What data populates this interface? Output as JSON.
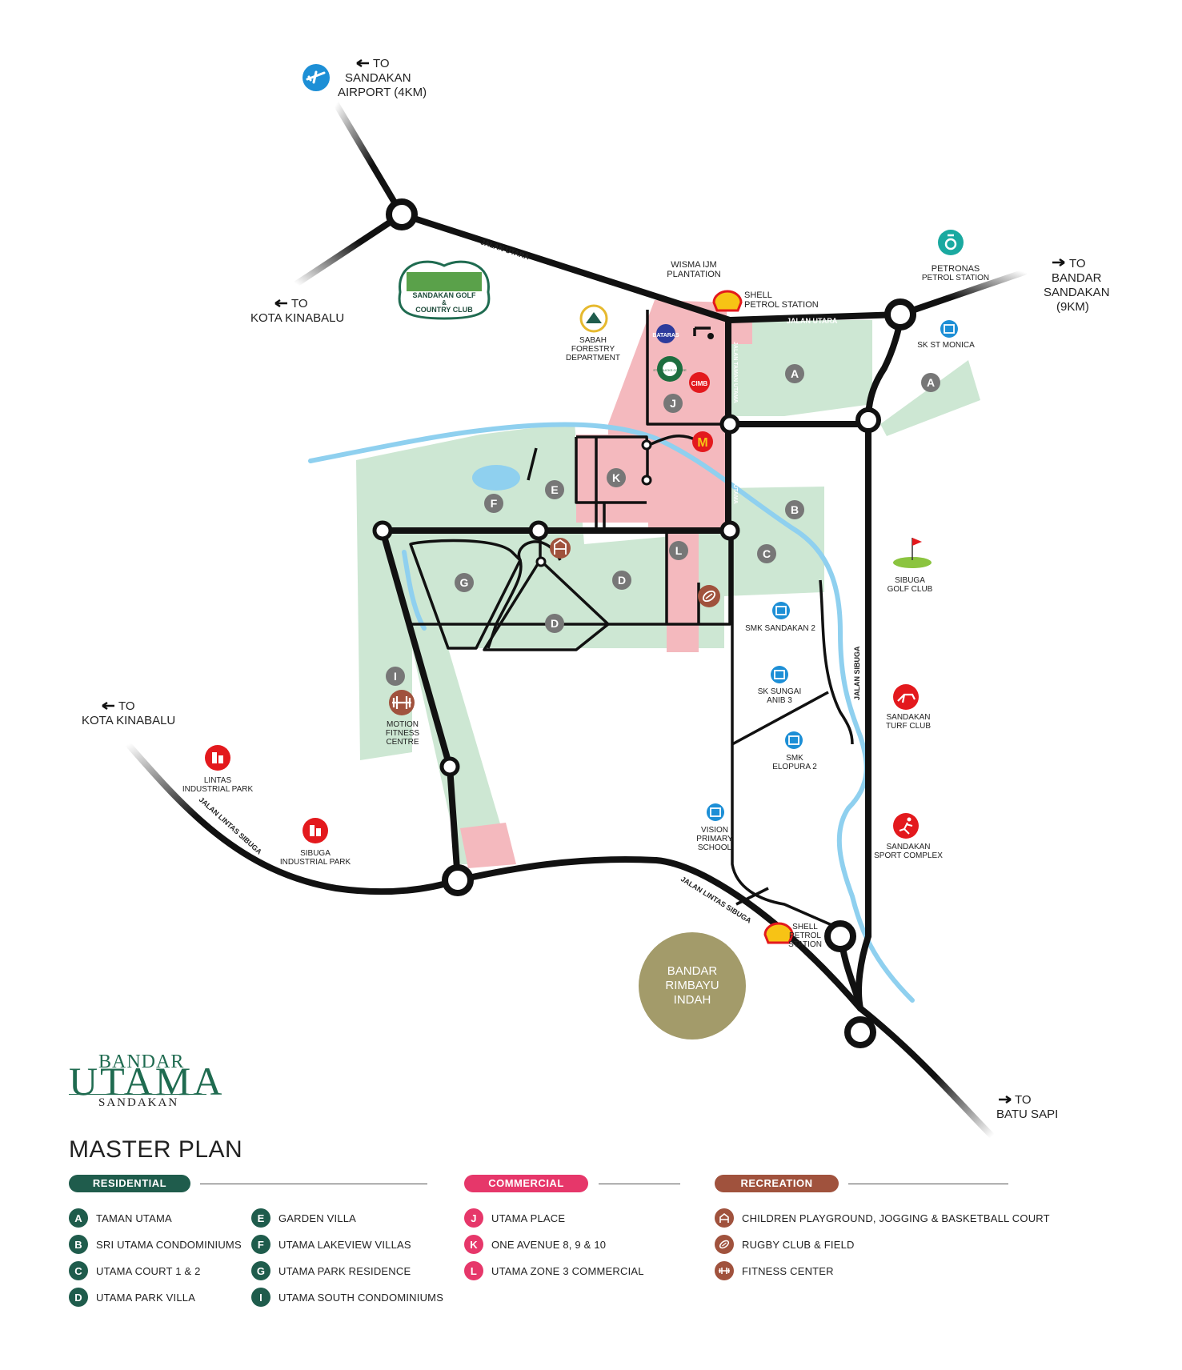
{
  "colors": {
    "residential": "#1f5c4c",
    "commercial": "#e6376a",
    "recreation": "#a0523d",
    "green_zone": "#cde7d3",
    "pink_zone": "#f4b9be",
    "river": "#8fd0ef",
    "road": "#111111",
    "badge": "#777777",
    "rimbayu": "#a39b6a"
  },
  "directions": {
    "airport": {
      "l1": "TO",
      "l2": "SANDAKAN",
      "l3": "AIRPORT (4KM)"
    },
    "kk_top": {
      "l1": "TO",
      "l2": "KOTA KINABALU"
    },
    "kk_left": {
      "l1": "TO",
      "l2": "KOTA KINABALU"
    },
    "bandar_sandakan": {
      "l1": "TO",
      "l2": "BANDAR",
      "l3": "SANDAKAN",
      "l4": "(9KM)"
    },
    "batu_sapi": {
      "l1": "TO",
      "l2": "BATU SAPI"
    }
  },
  "roads": {
    "jalan_utara_1": "JALAN UTARA",
    "jalan_utara_2": "JALAN UTARA",
    "jalan_taman_utama_1": "JALAN TAMAN UTAMA",
    "jalan_taman_utama_2": "JALAN TAMAN UTAMA",
    "jalan_sibuga": "JALAN SIBUGA",
    "jalan_lintas_sibuga_1": "JALAN LINTAS SIBUGA",
    "jalan_lintas_sibuga_2": "JALAN LINTAS SIBUGA"
  },
  "places": {
    "golf_club": {
      "l1": "SANDAKAN GOLF",
      "l2": "&",
      "l3": "COUNTRY CLUB"
    },
    "forestry": {
      "l1": "SABAH",
      "l2": "FORESTRY",
      "l3": "DEPARTMENT"
    },
    "wisma": {
      "l1": "WISMA IJM",
      "l2": "PLANTATION"
    },
    "shell_top": {
      "l1": "SHELL",
      "l2": "PETROL STATION"
    },
    "petronas": {
      "l1": "PETRONAS",
      "l2": "PETROL STATION"
    },
    "sk_st_monica": "SK ST MONICA",
    "sibuga_golf": {
      "l1": "SIBUGA",
      "l2": "GOLF CLUB"
    },
    "smk_sandakan2": "SMK SANDAKAN 2",
    "sk_sungai": {
      "l1": "SK SUNGAI",
      "l2": "ANIB 3"
    },
    "smk_elopura": {
      "l1": "SMK",
      "l2": "ELOPURA 2"
    },
    "turf_club": {
      "l1": "SANDAKAN",
      "l2": "TURF CLUB"
    },
    "vision": {
      "l1": "VISION",
      "l2": "PRIMARY",
      "l3": "SCHOOL"
    },
    "sport_complex": {
      "l1": "SANDAKAN",
      "l2": "SPORT COMPLEX"
    },
    "shell_bottom": {
      "l1": "SHELL",
      "l2": "PETROL",
      "l3": "STATION"
    },
    "rimbayu": {
      "l1": "BANDAR",
      "l2": "RIMBAYU",
      "l3": "INDAH"
    },
    "lintas": {
      "l1": "LINTAS",
      "l2": "INDUSTRIAL PARK"
    },
    "sibuga_ind": {
      "l1": "SIBUGA",
      "l2": "INDUSTRIAL PARK"
    },
    "motion": {
      "l1": "MOTION",
      "l2": "FITNESS",
      "l3": "CENTRE"
    }
  },
  "brand_badges": {
    "bataras": "BATARAS",
    "starbucks": "STARBUCKS COFFEE",
    "cimb": "CIMB",
    "mcd": "M"
  },
  "zone_badges": {
    "A1": "A",
    "A2": "A",
    "B": "B",
    "C": "C",
    "D1": "D",
    "D2": "D",
    "E": "E",
    "F": "F",
    "G": "G",
    "I": "I",
    "J": "J",
    "K": "K",
    "L": "L"
  },
  "logo": {
    "line1": "BANDAR",
    "line2": "UTAMA",
    "line3": "SANDAKAN"
  },
  "title": "MASTER PLAN",
  "legend": {
    "residential": {
      "heading": "RESIDENTIAL",
      "items": [
        {
          "letter": "A",
          "label": "TAMAN UTAMA"
        },
        {
          "letter": "B",
          "label": "SRI UTAMA CONDOMINIUMS"
        },
        {
          "letter": "C",
          "label": "UTAMA COURT 1 & 2"
        },
        {
          "letter": "D",
          "label": "UTAMA PARK VILLA"
        },
        {
          "letter": "E",
          "label": "GARDEN VILLA"
        },
        {
          "letter": "F",
          "label": "UTAMA LAKEVIEW VILLAS"
        },
        {
          "letter": "G",
          "label": "UTAMA PARK RESIDENCE"
        },
        {
          "letter": "I",
          "label": "UTAMA SOUTH CONDOMINIUMS"
        }
      ]
    },
    "commercial": {
      "heading": "COMMERCIAL",
      "items": [
        {
          "letter": "J",
          "label": "UTAMA PLACE"
        },
        {
          "letter": "K",
          "label": "ONE AVENUE 8, 9 & 10"
        },
        {
          "letter": "L",
          "label": "UTAMA ZONE 3 COMMERCIAL"
        }
      ]
    },
    "recreation": {
      "heading": "RECREATION",
      "items": [
        {
          "icon": "playground-icon",
          "label": "CHILDREN PLAYGROUND,  JOGGING & BASKETBALL COURT"
        },
        {
          "icon": "rugby-ball-icon",
          "label": "RUGBY CLUB & FIELD"
        },
        {
          "icon": "dumbbell-icon",
          "label": "FITNESS CENTER"
        }
      ]
    }
  }
}
